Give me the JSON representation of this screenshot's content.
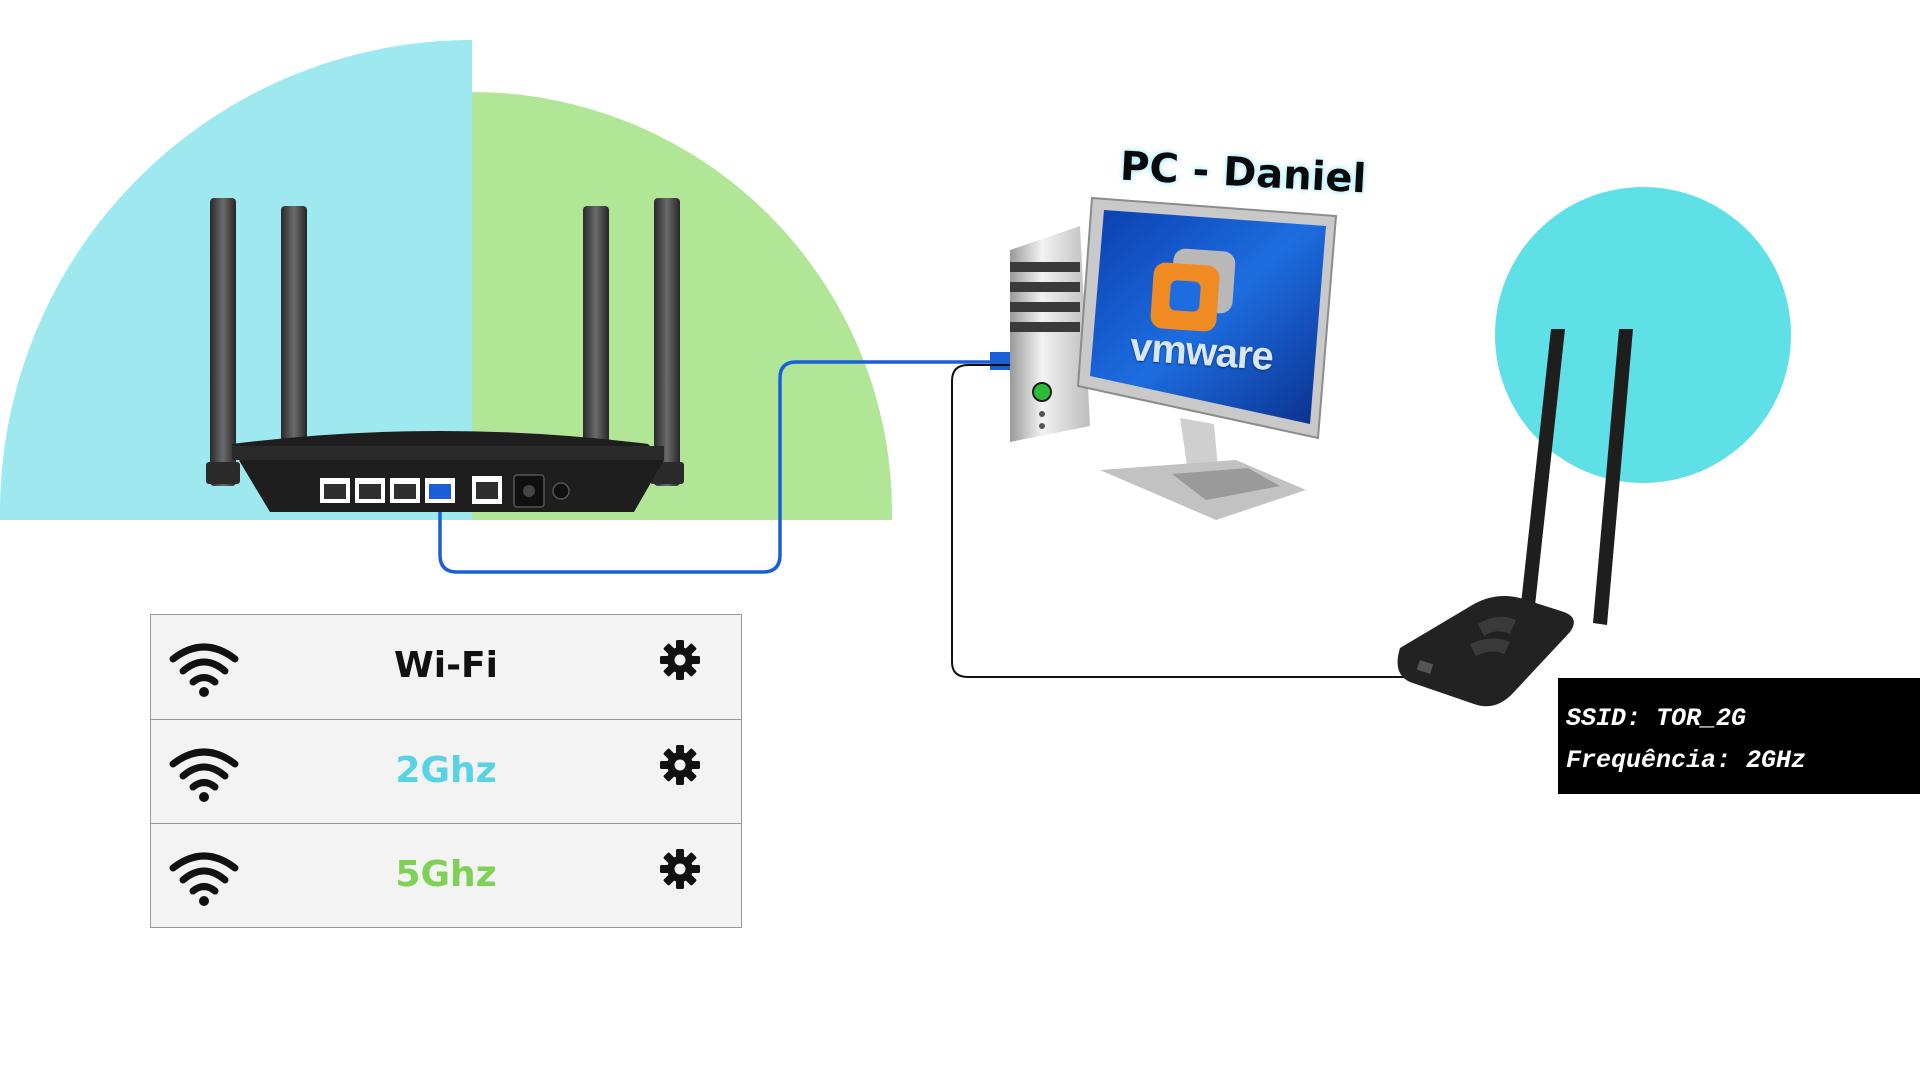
{
  "pc": {
    "title": "PC - Daniel",
    "screen_logo_text": "vmware"
  },
  "router": {
    "ports_lan": 4,
    "connected_port": 4
  },
  "wifi_panel": {
    "rows": [
      {
        "label": "Wi-Fi",
        "color": "#111111",
        "icon": "wifi-icon",
        "settings_icon": "gear-icon"
      },
      {
        "label": "2Ghz",
        "color": "#58d3e3",
        "icon": "wifi-icon",
        "settings_icon": "gear-icon"
      },
      {
        "label": "5Ghz",
        "color": "#7fd155",
        "icon": "wifi-icon",
        "settings_icon": "gear-icon"
      }
    ]
  },
  "adapter": {
    "ssid_line": "SSID: TOR_2G",
    "freq_line": "Frequência: 2GHz"
  },
  "colors": {
    "coverage_2ghz": "#9ee9ef",
    "coverage_5ghz": "#b2e697",
    "adapter_circle": "#5ee0e6",
    "ethernet_cable": "#1b5fd6",
    "usb_cable": "#111111"
  }
}
